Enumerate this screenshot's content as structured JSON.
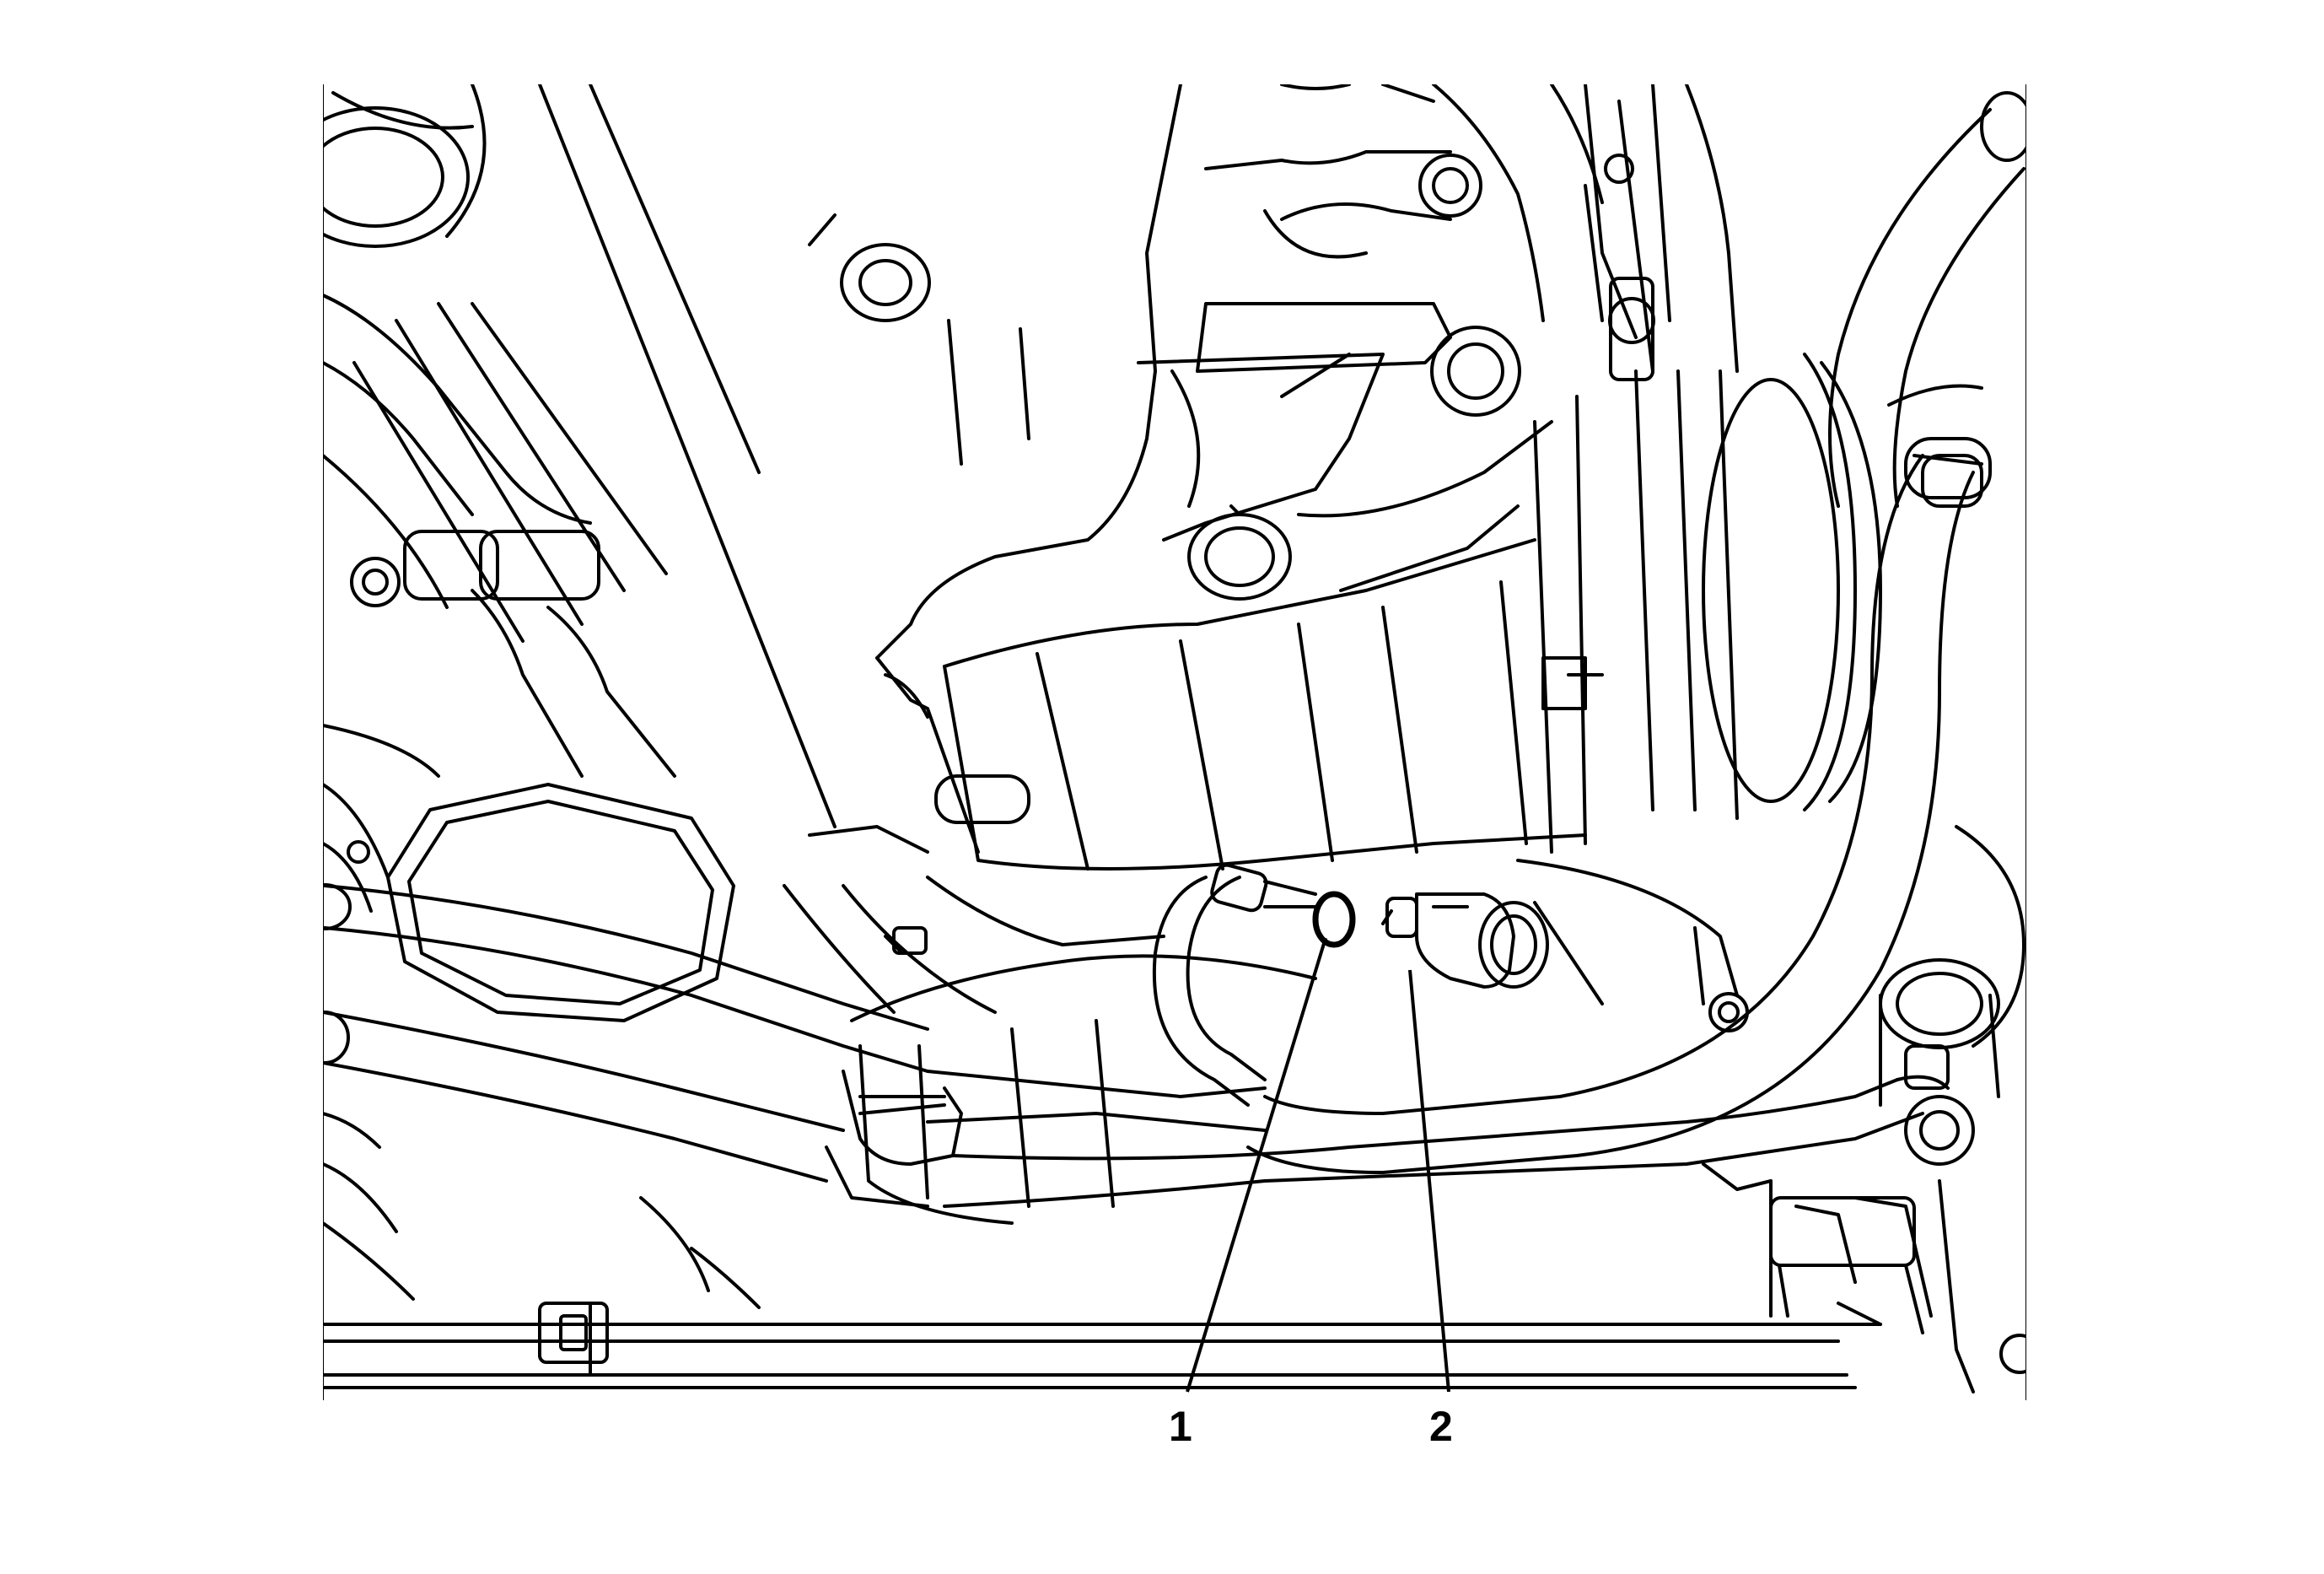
{
  "diagram": {
    "callouts": [
      {
        "number": "1",
        "part": "o-ring-seal"
      },
      {
        "number": "2",
        "part": "pressure-sensor"
      }
    ],
    "colors": {
      "line": "#000000",
      "background": "#ffffff"
    }
  }
}
